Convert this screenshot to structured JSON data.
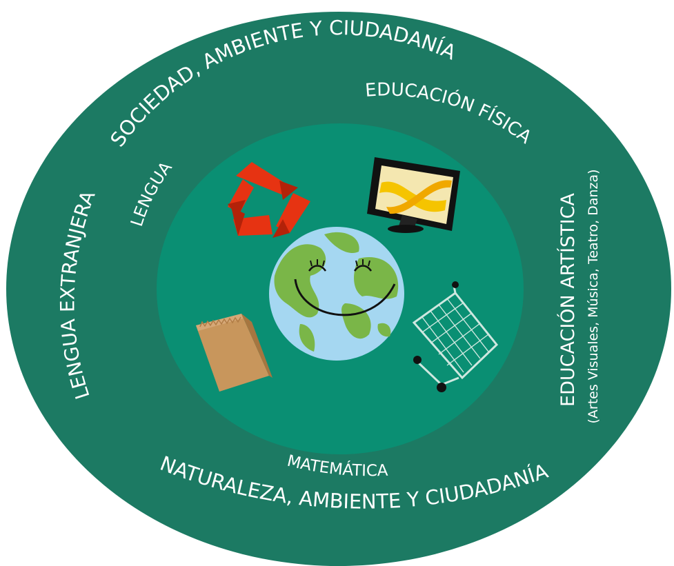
{
  "colors": {
    "outer_ring": "#1c7a63",
    "inner_ring": "#0a8f73",
    "text": "#ffffff",
    "recycle": "#e63312",
    "ocean": "#a5d7f1",
    "land": "#7ab648",
    "bag": "#c8965c",
    "monitor_wave": "#f5c400"
  },
  "outer_labels": {
    "top": "SOCIEDAD, AMBIENTE Y CIUDADANÍA",
    "left": "LENGUA EXTRANJERA",
    "right_main": "EDUCACIÓN ARTÍSTICA",
    "right_sub": "(Artes Visuales, Música, Teatro, Danza)",
    "bottom": "NATURALEZA, AMBIENTE Y CIUDADANÍA"
  },
  "inner_labels": {
    "top_left": "LENGUA",
    "top_right": "EDUCACIÓN FÍSICA",
    "bottom": "MATEMÁTICA"
  },
  "icons": [
    "recycle-icon",
    "monitor-icon",
    "earth-icon",
    "shopping-bag-icon",
    "shopping-cart-icon"
  ]
}
